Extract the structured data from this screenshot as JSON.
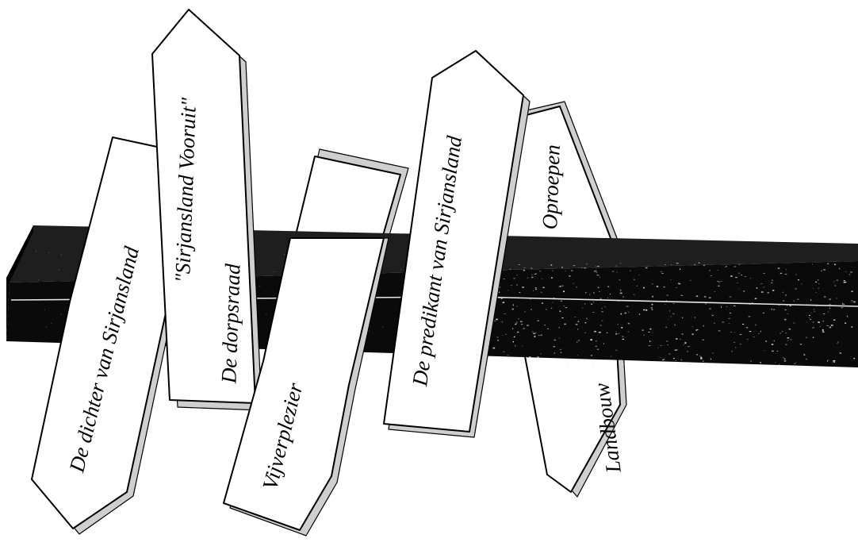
{
  "signs": {
    "dichter": {
      "label": "De dichter van Sirjansland"
    },
    "vooruit": {
      "label": "\"Sirjansland Vooruit\""
    },
    "dorpsraad": {
      "label": "De dorpsraad"
    },
    "vijver": {
      "label": "Vijverplezier"
    },
    "predikant": {
      "label": "De predikant van Sirjansland"
    },
    "oproepen": {
      "label": "Oproepen"
    },
    "landbouw": {
      "label": "Landbouw"
    }
  },
  "colors": {
    "beam": "#0a0a0a",
    "sign_fill": "#ffffff",
    "sign_outline": "#000000",
    "speckle": "#f0f0f0"
  }
}
